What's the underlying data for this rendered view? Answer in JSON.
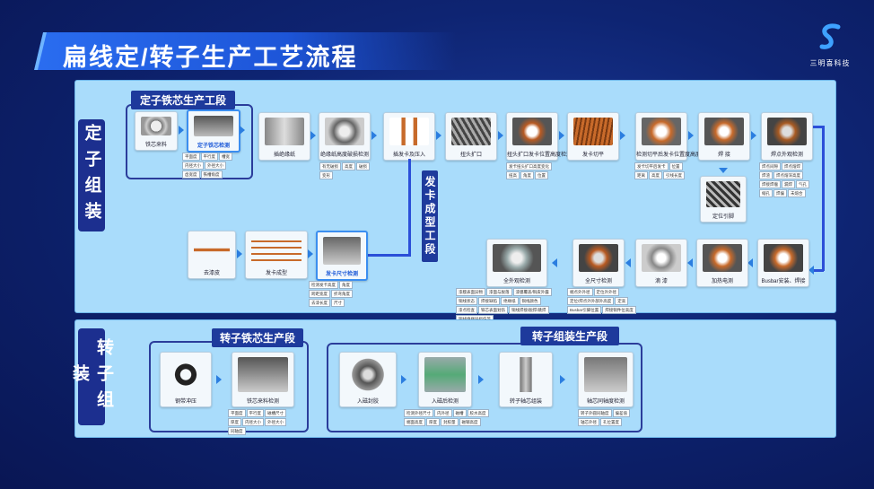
{
  "header": {
    "title": "扁线定/转子生产工艺流程"
  },
  "logo": {
    "text": "三明喜科技"
  },
  "stator": {
    "tab": "定子组装",
    "core_section_label": "定子铁芯生产工段",
    "hairpin_section_label": "发卡成型工段",
    "steps": {
      "s1": "铁芯来料",
      "s2": "定子铁芯检测",
      "s3": "插绝缘纸",
      "s4": "绝缘纸高度破损检测",
      "s5": "插发卡及压入",
      "s6": "扭头扩口",
      "s7": "扭头扩口发卡位置高度检测",
      "s8": "发卡切平",
      "s9": "检测切平后发卡位置度高度",
      "s10": "焊 接",
      "s11": "焊点外观检测",
      "s12": "定位引脚",
      "s13": "Busbar安装、焊接",
      "s14": "加热电测",
      "s15": "滴 漆",
      "s16": "全尺寸检测",
      "s17": "全外观检测",
      "s18": "去漆皮",
      "s19": "发卡成型",
      "s20": "发卡尺寸检测"
    },
    "tags": {
      "s2": [
        "平面度",
        "平行度",
        "槽宽",
        "内径大小",
        "外径大小",
        "齿宽度",
        "铁槽角度"
      ],
      "s4": [
        "有无破损",
        "高度",
        "破损",
        "变形"
      ],
      "s7": [
        "发卡扭头扩口高度变化",
        "扭高",
        "角度",
        "位置"
      ],
      "s9": [
        "发卡切平后发卡",
        "位置",
        "距离",
        "高度",
        "引线长度"
      ],
      "s11": [
        "焊点间隙",
        "焊点熔焊",
        "焊渣",
        "焊点熔深高度",
        "焊接焊瘤",
        "漏焊",
        "气孔",
        "缩孔",
        "焊偏",
        "未熔合"
      ],
      "s16": [
        "端点外外径",
        "定位外外径",
        "定位/焊点外外部外高度",
        "定高",
        "Busbar引脚位置",
        "焊接铜件位高度"
      ],
      "s17": [
        "漆膜表面异物",
        "漆面与脱落",
        "漆膜覆盖/铜皮外露",
        "铜线状态",
        "焊接缺陷",
        "绝缘纸",
        "铜线颜色",
        "漆点检查",
        "铁芯表面划伤",
        "铜线焊接/脱焊/跳焊",
        "铜线绝缘层损伤等"
      ],
      "s20": [
        "检测发卡高度",
        "角度",
        "跨距宽度",
        "折弯角度",
        "去漆长度",
        "尺寸"
      ]
    }
  },
  "rotor": {
    "tab": "转子组装",
    "core_section_label": "转子铁芯生产段",
    "assembly_section_label": "转子组装生产段",
    "steps": {
      "r1": "钢带冲压",
      "r2": "铁芯来料检测",
      "r3": "入磁封胶",
      "r4": "入磁后检测",
      "r5": "转子轴芯组装",
      "r6": "轴芯同轴度检测"
    },
    "tags": {
      "r2": [
        "平面度",
        "平行度",
        "磁槽尺寸",
        "厚度",
        "内径大小",
        "外径大小",
        "同轴度"
      ],
      "r4": [
        "检测外径尺寸",
        "内外径",
        "磁槽",
        "胶水高度",
        "端面高度",
        "厚度",
        "封胶量",
        "磁钢高度"
      ],
      "r6": [
        "转子外圆同轴度",
        "偏差值",
        "轴芯外径",
        "孔位置度"
      ]
    }
  },
  "colors": {
    "accent": "#2a6df0",
    "panel": "#a9dcfb",
    "tab": "#1c2f8f",
    "highlight": "#1f5bd8"
  }
}
